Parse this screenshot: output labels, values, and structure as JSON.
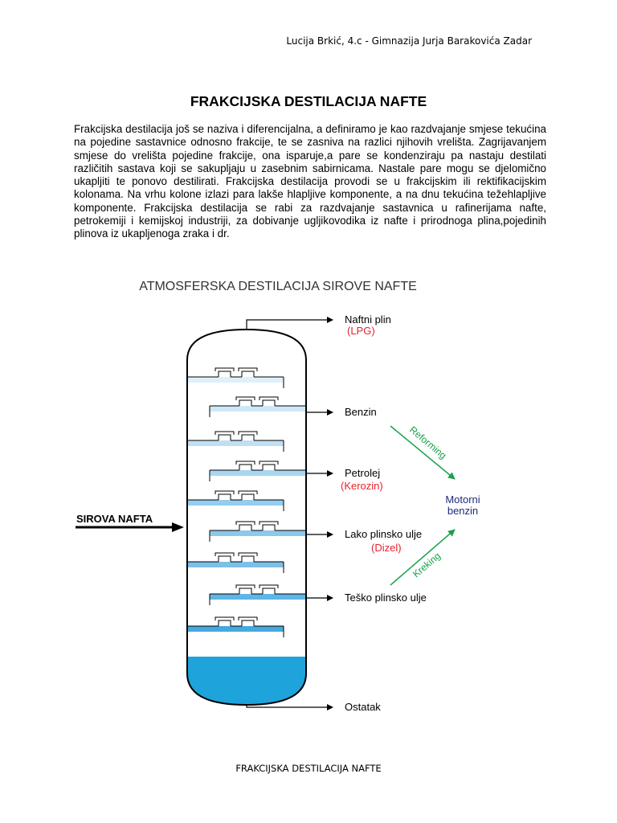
{
  "header": {
    "text": "Lucija Brkić, 4.c  - Gimnazija Jurja Barakovića Zadar"
  },
  "title": "FRAKCIJSKA DESTILACIJA NAFTE",
  "body_text": "Frakcijska destilacija još se naziva i diferencijalna, a definiramo je kao razdvajanje smjese tekućina na pojedine sastavnice odnosno frakcije, te se zasniva na razlici njihovih vrelišta. Zagrijavanjem smjese do vrelišta pojedine frakcije, ona isparuje,a pare se kondenziraju pa nastaju destilati različitih sastava koji se sakupljaju u zasebnim sabirnicama. Nastale pare mogu se djelomično ukapljiti te ponovo destilirati. Frakcijska destilacija provodi se u frakcijskim ili rektifikacijskim kolonama. Na vrhu kolone izlazi para lakše hlapljive komponente, a na dnu tekućina težehlapljive komponente. Frakcijska destilacija se rabi za razdvajanje sastavnica u rafinerijama nafte, petrokemiji i kemijskoj industriji, za dobivanje ugljikovodika iz nafte i prirodnoga plina,pojedinih plinova iz ukapljenoga zraka i dr.",
  "diagram": {
    "title": "ATMOSFERSKA DESTILACIJA SIROVE NAFTE",
    "input_label": "SIROVA NAFTA",
    "outputs": {
      "naftni_plin": "Naftni plin",
      "lpg": "(LPG)",
      "benzin": "Benzin",
      "petrolej": "Petrolej",
      "kerozin": "(Kerozin)",
      "lako": "Lako plinsko ulje",
      "dizel": "(Dizel)",
      "tesko": "Teško plinsko ulje",
      "ostatak": "Ostatak"
    },
    "reforming": "Reforming",
    "kreking": "Kreking",
    "motorni": "Motorni",
    "benzin2": "benzin",
    "colors": {
      "red": "#e8212e",
      "green": "#1aa34a",
      "navy": "#1d2b7a",
      "liquid": "#8cc8ea",
      "bottom": "#1ea3db"
    }
  },
  "footer": {
    "text": "FRAKCIJSKA DESTILACIJA NAFTE"
  }
}
